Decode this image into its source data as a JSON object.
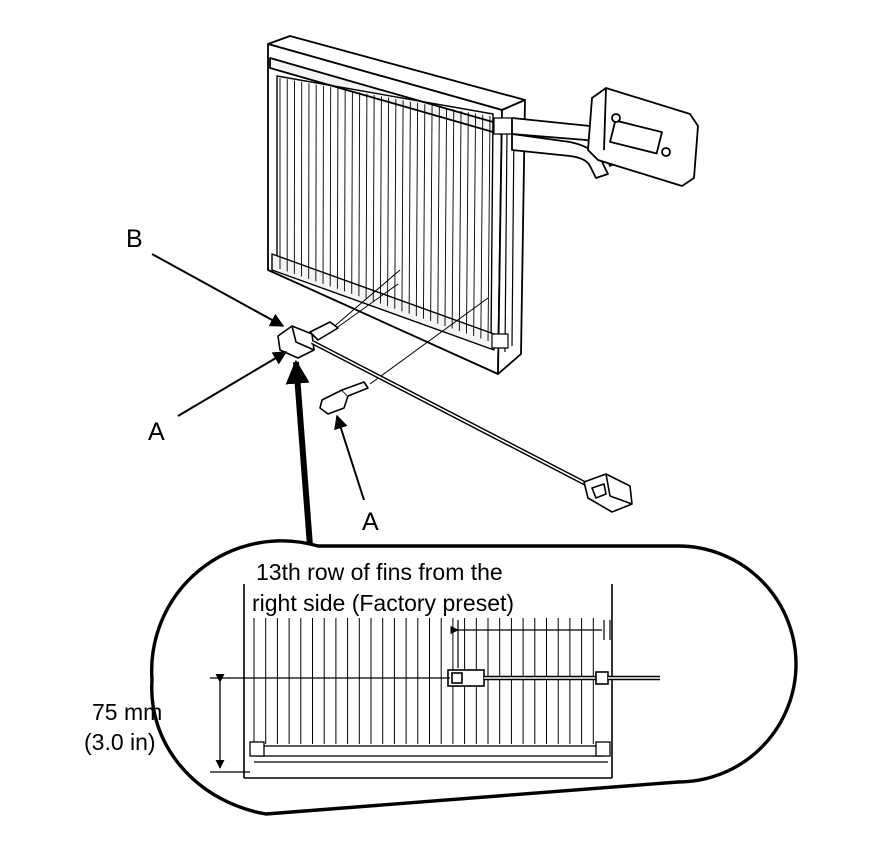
{
  "labels": {
    "b": "B",
    "a_left": "A",
    "a_bottom": "A"
  },
  "detail": {
    "caption_line1": "13th row of fins from the",
    "caption_line2": "right side (Factory preset)",
    "dimension_line1": "75 mm",
    "dimension_line2": "(3.0 in)"
  }
}
